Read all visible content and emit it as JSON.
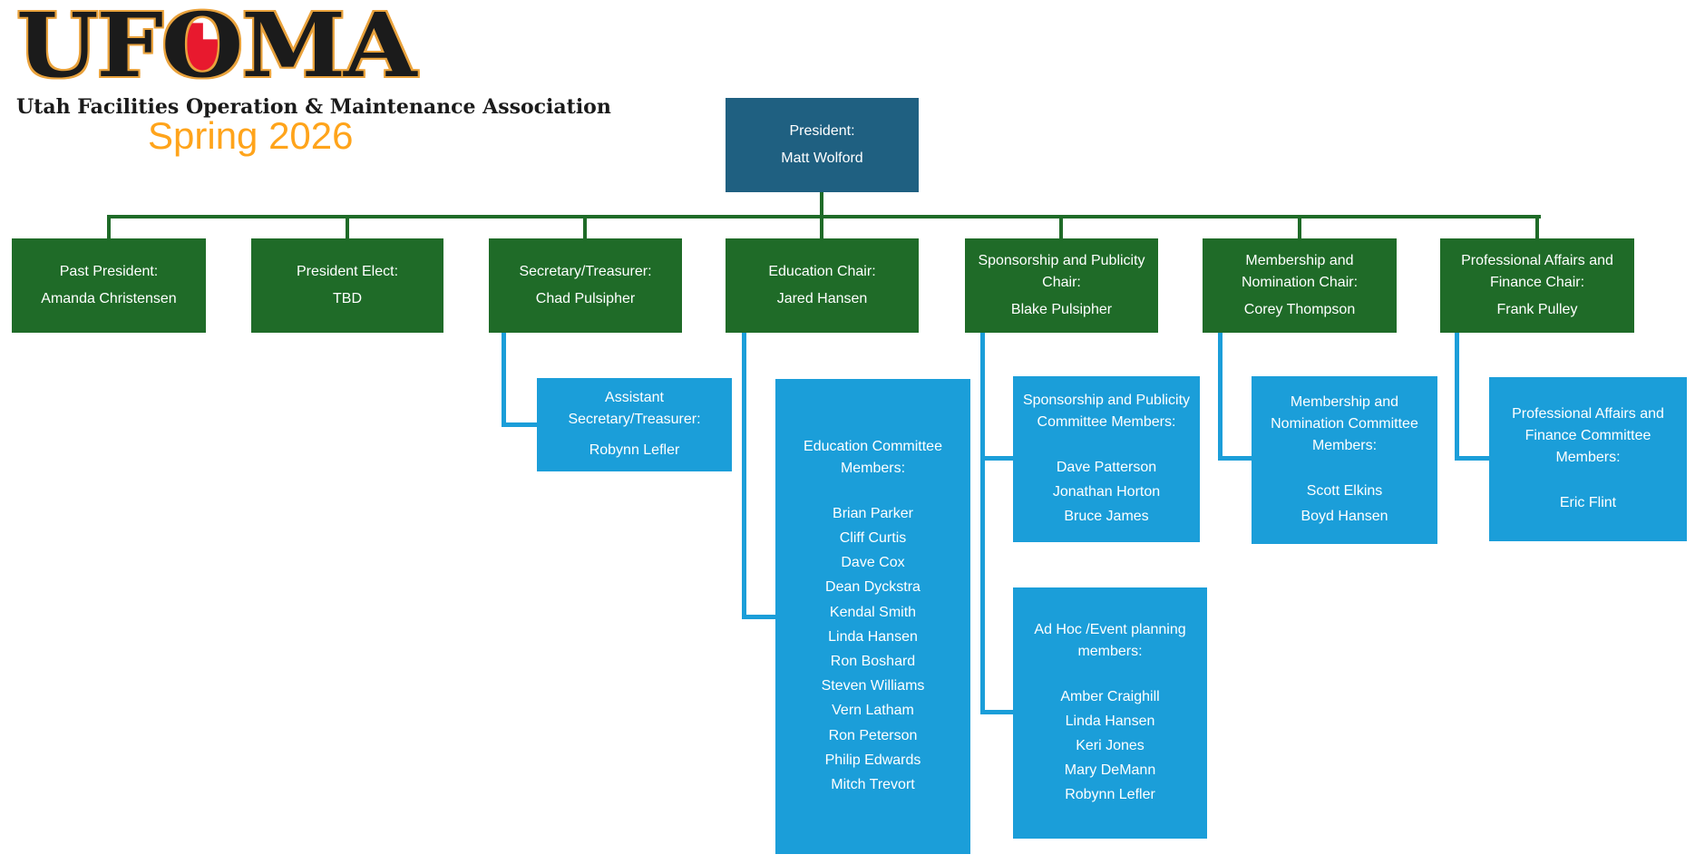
{
  "logo": {
    "wordmark_prefix": "UF",
    "wordmark_o": "O",
    "wordmark_suffix": "MA",
    "tagline": "Utah Facilities Operation & Maintenance Association",
    "season": "Spring 2026"
  },
  "colors": {
    "president_teal": "#1F6081",
    "chair_green": "#1F6B28",
    "committee_blue": "#1B9ED9",
    "season_orange": "#FFA41B",
    "logo_outline_orange": "#E9A23C",
    "logo_red": "#E8192E",
    "text_white": "#FFFFFF"
  },
  "president": {
    "title": "President:",
    "name": "Matt Wolford"
  },
  "chairs": [
    {
      "title": "Past President:",
      "name": "Amanda Christensen"
    },
    {
      "title": "President Elect:",
      "name": "TBD"
    },
    {
      "title": "Secretary/Treasurer:",
      "name": "Chad Pulsipher"
    },
    {
      "title": "Education Chair:",
      "name": "Jared Hansen"
    },
    {
      "title": "Sponsorship and Publicity Chair:",
      "name": "Blake Pulsipher"
    },
    {
      "title": "Membership and Nomination Chair:",
      "name": "Corey Thompson"
    },
    {
      "title": "Professional Affairs and Finance Chair:",
      "name": "Frank Pulley"
    }
  ],
  "committees": [
    {
      "title": "Assistant Secretary/Treasurer:",
      "members": [
        "Robynn Lefler"
      ]
    },
    {
      "title": "Education Committee Members:",
      "members": [
        "Brian Parker",
        "Cliff Curtis",
        "Dave Cox",
        "Dean Dyckstra",
        "Kendal Smith",
        "Linda Hansen",
        "Ron Boshard",
        "Steven Williams",
        "Vern Latham",
        "Ron Peterson",
        "Philip Edwards",
        "Mitch Trevort"
      ]
    },
    {
      "title": "Sponsorship and Publicity Committee Members:",
      "members": [
        "Dave Patterson",
        "Jonathan Horton",
        "Bruce James"
      ]
    },
    {
      "title": "Ad Hoc /Event planning members:",
      "members": [
        "Amber Craighill",
        "Linda Hansen",
        "Keri Jones",
        "Mary DeMann",
        "Robynn Lefler"
      ]
    },
    {
      "title": "Membership and Nomination Committee Members:",
      "members": [
        "Scott Elkins",
        "Boyd Hansen"
      ]
    },
    {
      "title": "Professional Affairs and Finance Committee Members:",
      "members": [
        "Eric Flint"
      ]
    }
  ]
}
